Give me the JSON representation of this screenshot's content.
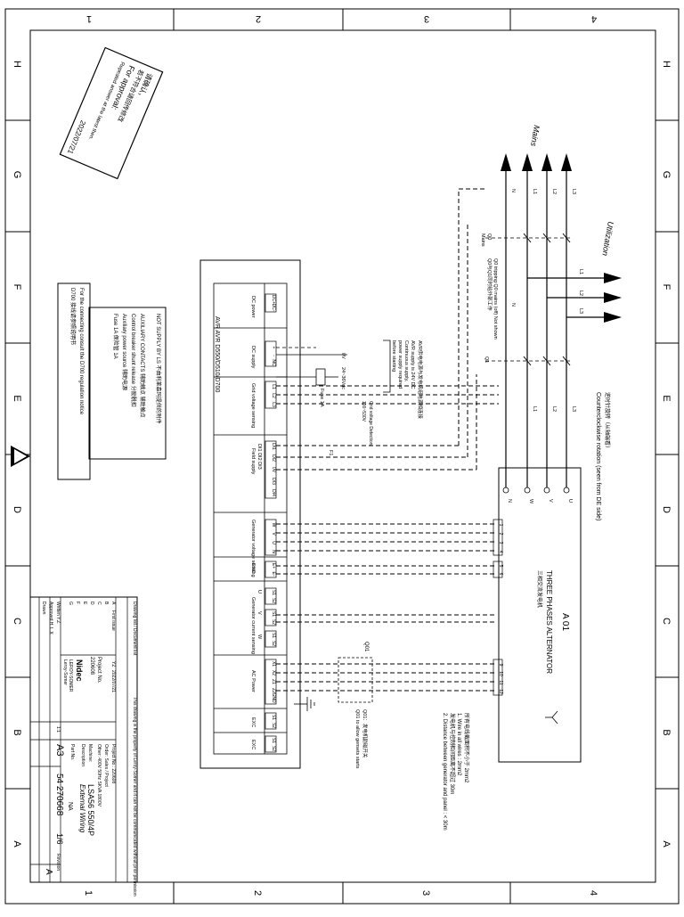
{
  "frame": {
    "col_labels": [
      "1",
      "2",
      "3",
      "4"
    ],
    "row_labels": [
      "H",
      "G",
      "F",
      "E",
      "D",
      "C",
      "B",
      "A"
    ]
  },
  "approval_stamp": {
    "line1": "请确认，",
    "line2": "若不符合请回传修改",
    "line3": "For approval:",
    "line4": "Repeated answer at the latest then.",
    "date": "2022/07/21"
  },
  "notes": {
    "aux_title": "NOT SUPPLY BY LS 不由利莱森玛提供的附件",
    "aux_line1": "AUXILIARY CONTACTS 辅助触点  辅助触点",
    "aux_line2": "Control breaker shunt release  分励脱扣",
    "aux_line3": "Auxiliary power source  辅助电源",
    "aux_line4": "Fuse 1A  保险管 1A",
    "connecting": "For the connecting consult the D700 regulation notice",
    "connecting_cn": "D700 接线请参照说明书"
  },
  "regulator": {
    "title": "AVR  AVR D550/D510/D700",
    "terminals_dc_power": [
      "DC+",
      "DC-"
    ],
    "dc_power_label": "DC power",
    "terminals_dc_supply": [
      "+",
      "-",
      "NC"
    ],
    "dc_supply_label": "DC supply",
    "terminals_grid": [
      "L1",
      "L2",
      "L3"
    ],
    "grid_label": "Grid voltage sensing",
    "terminals_field": [
      "DI1",
      "DI2",
      "0V",
      "DI3",
      "DI4"
    ],
    "field_label": "Field supply",
    "field_sub": "DI1  DI2  DI3",
    "terminals_gen": [
      "W",
      "V",
      "U",
      "N"
    ],
    "gen_label": "Generator voltage sensing",
    "exc_label": "EXC",
    "exc_terms": [
      "E+",
      "E-"
    ],
    "ct_label": "Generator current sensing",
    "ct_terms": [
      "S1",
      "S2",
      "S1",
      "S2",
      "S1",
      "S2"
    ],
    "ct_phases": [
      "U",
      "V",
      "W"
    ],
    "ac_power_label": "AC Power",
    "ac_terms": [
      "X1",
      "X2",
      "Z1",
      "Z2",
      "GND"
    ],
    "exc2_label": "EXC",
    "exc2_terms": [
      "S1",
      "S2"
    ],
    "exc3_label": "EXC",
    "exc3_terms": [
      "S1",
      "S2"
    ]
  },
  "alternator": {
    "name": "A 01",
    "title": "THREE PHASES ALTERNATOR",
    "title_cn": "三相交流发电机",
    "phase_terms": [
      "N",
      "W",
      "V",
      "U"
    ],
    "t_terms": [
      "1",
      "2",
      "3",
      "4"
    ],
    "exc_terms": [
      "5",
      "6"
    ],
    "pmg_terms": [
      "9",
      "10",
      "11",
      "12"
    ]
  },
  "rotation": {
    "cn": "逆时针旋转（从轴端看）",
    "en": "Counterclockwise rotation (seen from DE side)"
  },
  "mains": {
    "label": "Mains",
    "phases": [
      "L1",
      "L2",
      "L3"
    ],
    "breaker_label": "Q0",
    "breaker_sub": "Mains",
    "breaker_note": "Q0 tripping  Q0 mains (off)  Not shown",
    "breaker_note2": "Q0与Q1同时给外部工作"
  },
  "utilization": {
    "label": "Utilization",
    "phases": [
      "L1",
      "L2",
      "L3"
    ],
    "n_label": "N"
  },
  "gen_breaker": {
    "label": "Q1",
    "phases": [
      "L1",
      "L2",
      "L3"
    ]
  },
  "supply_note": {
    "cn": "AVR供电电源与发电机组电源相连接",
    "line1": "AVR supply is 24V DC",
    "line2": "Continuous supply,",
    "line3": "power supply required",
    "line4": "before starting"
  },
  "fuse": {
    "label": "Fuse 1A",
    "dc_0v": "0V",
    "dc_24v": "24~36Vdc"
  },
  "grid_detection": {
    "line1": "Grid voltage Detection",
    "line2": "100~530V"
  },
  "field_note": "F1",
  "ac_breaker": {
    "label": "Q01",
    "note_cn": "Q01：发电机励磁开关",
    "note_en": "Q01 to allow gensets starts"
  },
  "cable_notes": {
    "cn1": "所有电线截面积不小于 2mm2",
    "en1": "1. Wire in all wires : 2mm2",
    "cn2": "发电机与控制柜间距离不超过 30m",
    "en2": "2. Distance between generator and panel : < 30m"
  },
  "title_block": {
    "header": "Drawing list / Document list",
    "confidential": "This drawing is the property of Leroy-Somer and it can not be communicated without prior permission",
    "project_label": "Project No.",
    "project_no": "220608",
    "items": [
      "Project No.: 220608",
      "Order: Sales / Project",
      "Other: 400V 50Hz SKVA 1800V"
    ],
    "machine_label": "Machine:",
    "machine": "LSA56 550/4P",
    "description_label": "Description",
    "description": "External Wiring",
    "part_label": "Part No.",
    "part_no": "NA",
    "size": "A3",
    "drawing_no": "54 270668",
    "sheet": "1/6",
    "revision_label": "Revision",
    "revision": "A",
    "rev_rows": [
      [
        "A",
        "First issue",
        "YZ",
        "2022/07/21"
      ],
      [
        "B",
        "",
        "",
        ""
      ],
      [
        "C",
        "",
        "",
        ""
      ],
      [
        "D",
        "",
        "",
        ""
      ],
      [
        "E",
        "",
        "",
        ""
      ],
      [
        "F",
        "",
        "",
        ""
      ],
      [
        "G",
        "",
        "",
        ""
      ]
    ],
    "written_by": "Written  Y.Z.",
    "approved_by": "Approved  H. L.X",
    "drawn_label": "Drawn",
    "scale": "1:1",
    "logo_line1": "Nidec",
    "logo_line2": "LEROY-SOMER",
    "logo_line3": "Leroy-Somer"
  }
}
